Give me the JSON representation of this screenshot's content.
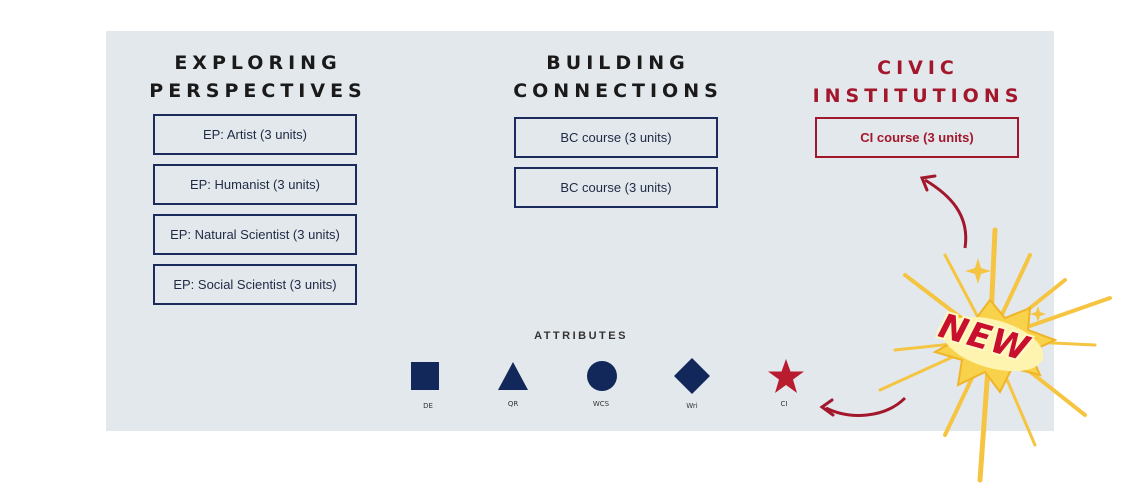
{
  "columns": {
    "exploring": {
      "heading_line1": "EXPLORING",
      "heading_line2": "PERSPECTIVES",
      "courses": [
        "EP: Artist (3 units)",
        "EP: Humanist (3 units)",
        "EP: Natural Scientist (3 units)",
        "EP: Social Scientist (3 units)"
      ]
    },
    "building": {
      "heading_line1": "BUILDING",
      "heading_line2": "CONNECTIONS",
      "courses": [
        "BC course (3 units)",
        "BC course (3 units)"
      ]
    },
    "civic": {
      "heading_line1": "CIVIC",
      "heading_line2": "INSTITUTIONS",
      "courses": [
        "CI course (3 units)"
      ]
    }
  },
  "attributes": {
    "title": "ATTRIBUTES",
    "items": [
      {
        "label": "DE",
        "icon": "square-icon",
        "color": "#13285a"
      },
      {
        "label": "QR",
        "icon": "triangle-icon",
        "color": "#13285a"
      },
      {
        "label": "WCS",
        "icon": "circle-icon",
        "color": "#13285a"
      },
      {
        "label": "Wri",
        "icon": "diamond-icon",
        "color": "#13285a"
      },
      {
        "label": "CI",
        "icon": "star-icon",
        "color": "#b81c2e"
      }
    ]
  },
  "badge": {
    "text": "NEW"
  },
  "colors": {
    "navy": "#1b2c5c",
    "crimson": "#a3172c",
    "panel": "#e3e8ec",
    "burst": "#f5c542"
  }
}
